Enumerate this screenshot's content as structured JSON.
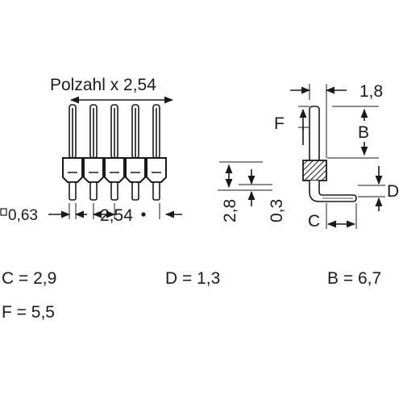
{
  "labels": {
    "pin_count_pitch": "Polzahl x 2,54",
    "pin_width": "0,63",
    "pitch": "2,54",
    "height_body": "2,8",
    "offset": "0,3",
    "dim_1_8": "1,8",
    "label_F": "F",
    "label_B": "B",
    "label_C": "C",
    "label_D": "D"
  },
  "values": {
    "C": "C = 2,9",
    "D": "D = 1,3",
    "B": "B = 6,7",
    "F": "F = 5,5"
  }
}
